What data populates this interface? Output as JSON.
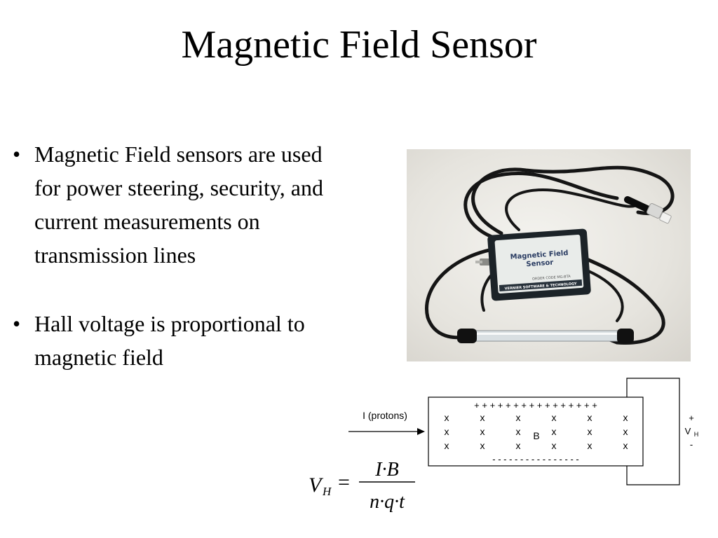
{
  "slide": {
    "title": "Magnetic Field Sensor",
    "bullet_glyph": "•",
    "bullets": [
      "Magnetic Field sensors are used for power steering, security, and current measurements on transmission lines",
      "Hall voltage is proportional to magnetic field"
    ]
  },
  "photo": {
    "label_line1": "Magnetic Field",
    "label_line2": "Sensor",
    "order_code": "ORDER CODE  MG-BTA",
    "brand": "VERNIER SOFTWARE & TECHNOLOGY"
  },
  "diagram": {
    "current_label": "I (protons)",
    "plus_row": "+ + + + + + + + + + + + + + + +",
    "minus_row": "- - - - - - - - - - - - - - - -",
    "x_row": "x",
    "field_label": "B",
    "vh_plus": "+",
    "vh_label": "V",
    "vh_sub": "H",
    "vh_minus": "-"
  },
  "formula": {
    "lhs": "V",
    "lhs_sub": "H",
    "equals": "=",
    "numerator": "I·B",
    "denominator": "n·q·t"
  }
}
